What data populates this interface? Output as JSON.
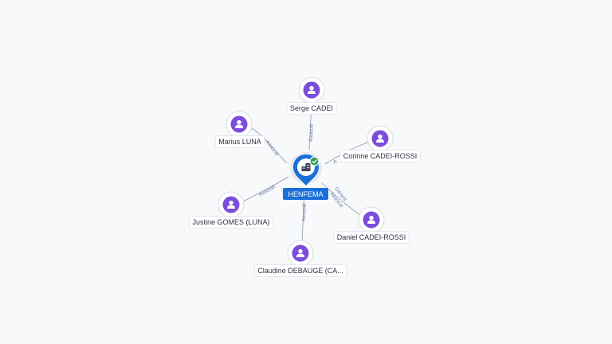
{
  "center": {
    "label": "HENFEMA",
    "icon": "building-icon",
    "status_icon": "check-badge-icon",
    "pin_color": "#1a6fd8",
    "status_color": "#2e9e5b"
  },
  "person_color": "#7c4ddb",
  "nodes": [
    {
      "id": "serge",
      "label": "Serge CADEI",
      "role": "Associé"
    },
    {
      "id": "marius",
      "label": "Marius LUNA",
      "role": "Associé"
    },
    {
      "id": "corinne",
      "label": "Corinne CADEI-ROSSI",
      "role": "A"
    },
    {
      "id": "justine",
      "label": "Justine GOMES (LUNA)",
      "role": "Associé"
    },
    {
      "id": "daniel",
      "label": "Daniel CADEI-ROSSI",
      "role": "Gérant Associé"
    },
    {
      "id": "claudine",
      "label": "Claudine DEBAUGE (CA...",
      "role": "Associé"
    }
  ]
}
